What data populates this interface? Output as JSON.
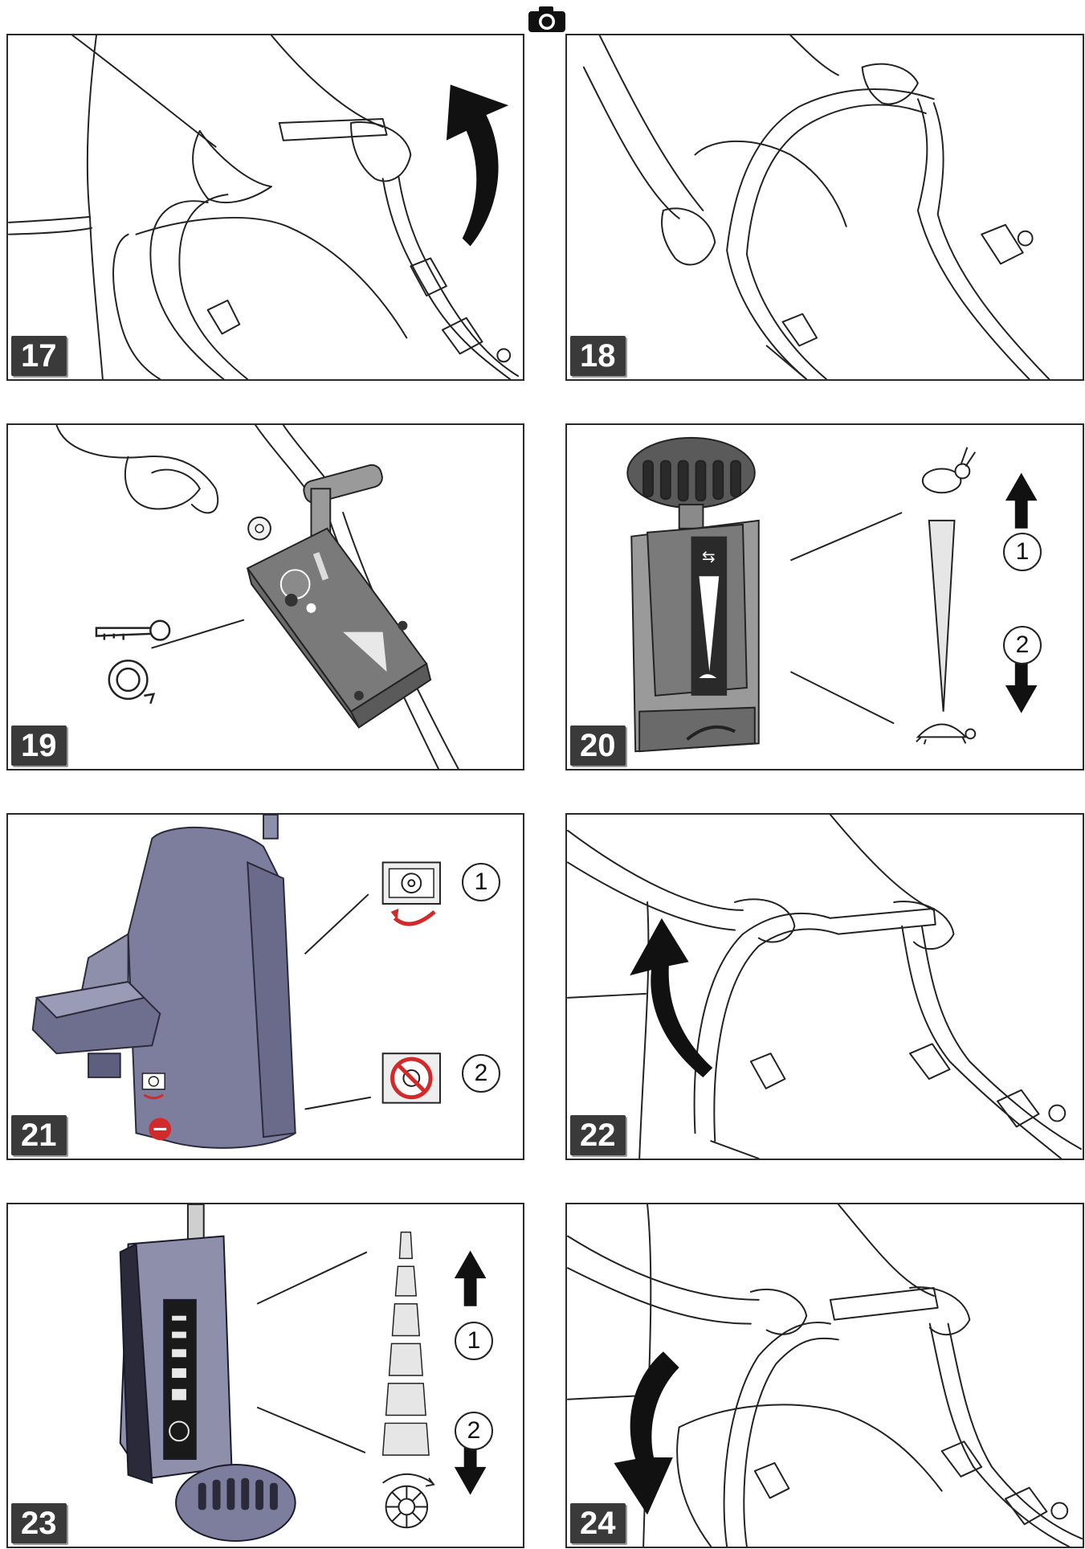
{
  "icons": {
    "camera": "camera-icon",
    "key": "key-icon",
    "rotate": "rotate-arrow-icon",
    "rabbit": "rabbit-icon",
    "turtle": "turtle-icon",
    "gear": "gear-icon",
    "gear_blocked": "gear-blocked-icon",
    "wheel": "wheel-icon"
  },
  "colors": {
    "frame": "#2a2a2a",
    "badge_bg": "#3a3a3a",
    "badge_text": "#ffffff",
    "device": "#7d7e9e",
    "accent_red": "#d22a2a"
  },
  "panels": [
    {
      "number": "17"
    },
    {
      "number": "18"
    },
    {
      "number": "19"
    },
    {
      "number": "20",
      "callouts": [
        "1",
        "2"
      ]
    },
    {
      "number": "21",
      "callouts": [
        "1",
        "2"
      ]
    },
    {
      "number": "22"
    },
    {
      "number": "23",
      "callouts": [
        "1",
        "2"
      ]
    },
    {
      "number": "24"
    }
  ]
}
